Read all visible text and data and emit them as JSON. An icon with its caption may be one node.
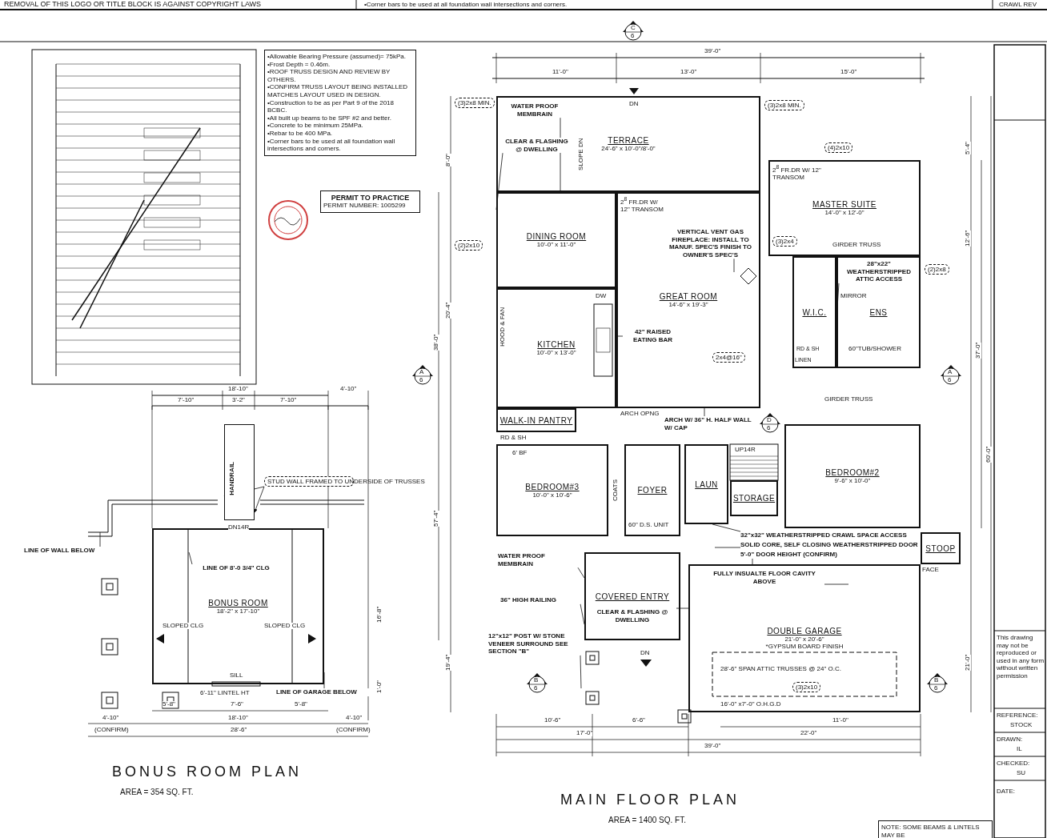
{
  "diagram": {
    "nodes": [
      {
        "text": [
          "TERRACE",
          "24'-6\" x 10'-0\"/8'-0\""
        ]
      },
      {
        "text": [
          "DINING ROOM",
          "10'-0\" x 11'-0\""
        ]
      },
      {
        "text": [
          "GREAT ROOM",
          "14'-6\" x 19'-3\""
        ]
      },
      {
        "text": [
          "MASTER SUITE",
          "14'-0\" x 12'-0\""
        ]
      },
      {
        "text": [
          "W.I.C."
        ]
      },
      {
        "text": [
          "ENS"
        ]
      },
      {
        "text": [
          "KITCHEN",
          "10'-0\" x 13'-0\""
        ]
      },
      {
        "text": [
          "WALK-IN PANTRY"
        ]
      },
      {
        "text": [
          "FOYER"
        ]
      },
      {
        "text": [
          "LAUN"
        ]
      },
      {
        "text": [
          "BEDROOM#3",
          "10'-0\" x 10'-6\""
        ]
      },
      {
        "text": [
          "BEDROOM#2",
          "9'-6\" x 10'-0\""
        ]
      },
      {
        "text": [
          "STORAGE"
        ]
      },
      {
        "text": [
          "COVERED ENTRY"
        ]
      },
      {
        "text": [
          "DOUBLE GARAGE",
          "21'-0\" x 20'-6\"",
          "*GYPSUM BOARD FINISH"
        ]
      },
      {
        "text": [
          "STOOP"
        ]
      },
      {
        "text": [
          "BONUS ROOM",
          "18'-2\" x 17'-10\""
        ]
      },
      {
        "text": [
          "PERMIT TO PRACTICE",
          "PERMIT NUMBER: 1005299"
        ]
      },
      {
        "text": [
          "•Allowable Bearing Pressure (assumed)= 75kPa.",
          "•Frost Depth = 0.46m.",
          "•ROOF TRUSS DESIGN AND REVIEW BY OTHERS.",
          "•CONFIRM TRUSS LAYOUT BEING INSTALLED MATCHES LAYOUT USED IN DESIGN.",
          "•Construction to be as per Part 9 of the 2018 BCBC.",
          "•All built up beams to be SPF #2 and better.",
          "•Concrete to be minimum 25MPa.",
          "•Rebar to be 400 MPa.",
          "•Corner bars to be used at all foundation wall intersections and corners."
        ]
      },
      {
        "text": [
          "WATER PROOF MEMBRAIN"
        ],
        "in": 0
      },
      {
        "text": [
          "CLEAR & FLASHING @ DWELLING"
        ],
        "in": 0
      },
      {
        "text": [
          "VERTICAL VENT GAS FIREPLACE: INSTALL TO MANUF. SPEC'S FINISH TO OWNER'S SPEC'S"
        ],
        "in": 2
      },
      {
        "text": [
          "42\" RAISED EATING BAR"
        ],
        "in": 2
      },
      {
        "text": [
          "28\"x22\" WEATHERSTRIPPED ATTIC ACCESS"
        ],
        "in": 5
      },
      {
        "text": [
          "ARCH W/ 36\" H. HALF WALL W/ CAP"
        ]
      },
      {
        "text": [
          "WATER PROOF MEMBRAIN"
        ]
      },
      {
        "text": [
          "CLEAR & FLASHING @ DWELLING"
        ],
        "in": 13
      },
      {
        "text": [
          "36\" HIGH RAILING"
        ]
      },
      {
        "text": [
          "12\"x12\" POST W/ STONE VENEER SURROUND SEE SECTION \"B\""
        ]
      },
      {
        "text": [
          "FULLY INSUALTE FLOOR CAVITY ABOVE"
        ],
        "in": 14
      },
      {
        "text": [
          "32\"x32\" WEATHERSTRIPPED CRAWL SPACE ACCESS"
        ]
      },
      {
        "text": [
          "SOLID CORE, SELF CLOSING WEATHERSTRIPPED DOOR"
        ]
      },
      {
        "text": [
          "5'-0\" DOOR HEIGHT (CONFIRM)"
        ]
      },
      {
        "text": [
          "STUD WALL FRAMED TO UNDERSIDE OF TRUSSES"
        ]
      },
      {
        "text": [
          "LINE OF WALL BELOW"
        ]
      },
      {
        "text": [
          "LINE OF 8'-0 3/4\" CLG"
        ],
        "in": 16
      },
      {
        "text": [
          "LINE OF GARAGE BELOW"
        ]
      },
      {
        "text": [
          "(3)2x8 MIN."
        ]
      },
      {
        "text": [
          "(3)2x8 MIN."
        ]
      },
      {
        "text": [
          "(4)2x10"
        ]
      },
      {
        "text": [
          "(2)2x8"
        ]
      },
      {
        "text": [
          "(3)2x4"
        ],
        "in": 3
      },
      {
        "text": [
          "(2)2x10"
        ]
      },
      {
        "text": [
          "(3)2x10"
        ],
        "in": 14
      },
      {
        "text": [
          "2x4@16\""
        ],
        "in": 2
      },
      {
        "text": [
          "NOTE: SOME BEAMS & LINTELS MAY BE"
        ]
      },
      {
        "text": [
          "HANDRAIL"
        ]
      }
    ],
    "edges": [
      {
        "from": 19,
        "to": 0,
        "arrow": "none"
      },
      {
        "from": 20,
        "to": 1,
        "arrow": "none"
      },
      {
        "from": 21,
        "to": null,
        "arrow": "none"
      },
      {
        "from": 22,
        "to": 6,
        "arrow": "none"
      },
      {
        "from": 23,
        "to": 4,
        "arrow": "none"
      },
      {
        "from": 24,
        "to": 2,
        "arrow": "none"
      },
      {
        "from": 25,
        "to": 13,
        "arrow": "none"
      },
      {
        "from": 26,
        "to": 14,
        "arrow": "none"
      },
      {
        "from": 27,
        "to": 13,
        "arrow": "none"
      },
      {
        "from": 28,
        "to": null,
        "arrow": "none"
      },
      {
        "from": 29,
        "to": null,
        "arrow": "none"
      },
      {
        "from": 30,
        "to": 9,
        "arrow": "none"
      },
      {
        "from": 31,
        "to": null,
        "arrow": "none"
      },
      {
        "from": 32,
        "to": 14,
        "arrow": "none"
      },
      {
        "from": 33,
        "to": 46,
        "arrow": "to"
      },
      {
        "from": 33,
        "to": 46,
        "arrow": "to"
      },
      {
        "from": 34,
        "to": null,
        "arrow": "none"
      },
      {
        "from": 35,
        "to": null,
        "arrow": "none"
      },
      {
        "from": 36,
        "to": 16,
        "arrow": "none"
      }
    ],
    "labels": [
      "REMOVAL OF THIS LOGO OR TITLE BLOCK IS AGAINST COPYRIGHT LAWS",
      "•Corner bars to be used at all foundation wall intersections and corners.",
      "CRAWL REV",
      "18'-10\"",
      "4'-10\"",
      "7'-10\"",
      "3'-2\"",
      "7'-10\"",
      "DN14R",
      "16'-8\"",
      "SLOPED CLG",
      "SLOPED CLG",
      "SILL",
      "1'-0\"",
      "6'-11\" LINTEL HT",
      "5'-8\"",
      "7'-6\"",
      "5'-8\"",
      "4'-10\"",
      "18'-10\"",
      "4'-10\"",
      "(CONFIRM)",
      "28'-6\"",
      "(CONFIRM)",
      "BONUS ROOM PLAN",
      "AREA = 354 SQ. FT.",
      "C",
      "6",
      "39'-0\"",
      "11'-0\"",
      "13'-0\"",
      "15'-0\"",
      "8'-0\"",
      "20'-4\"",
      "38'-0\"",
      "57'-4\"",
      "19'-4\"",
      "5'-4\"",
      "12'-6\"",
      "37'-0\"",
      "60'-0\"",
      "21'-0\"",
      "DN",
      "SLOPE DN",
      "2$^{8}$ FR.DR W/ 12\" TRANSOM",
      "2$^{8}$ FR.DR W/ 12\" TRANSOM",
      "GIRDER TRUSS",
      "DW",
      "MIRROR",
      "HOOD & FAN",
      "RD & SH",
      "60\"TUB/SHOWER",
      "LINEN",
      "A",
      "A",
      "6",
      "6",
      "GIRDER TRUSS",
      "ARCH OPNG",
      "D",
      "6",
      "RD & SH",
      "6' BF",
      "UP14R",
      "COATS",
      "60\" D.S. UNIT",
      "FACE",
      "DN",
      "28'-6\" SPAN ATTIC TRUSSES @ 24\" O.C.",
      "B",
      "B",
      "6",
      "6",
      "16'-0\" x7'-0\" O.H.G.D",
      "10'-6\"",
      "6'-6\"",
      "11'-0\"",
      "17'-0\"",
      "22'-0\"",
      "39'-0\"",
      "MAIN FLOOR PLAN",
      "AREA = 1400 SQ. FT.",
      "This drawing may not be reproduced or used in any form without written permission",
      "REFERENCE:",
      "STOCK",
      "DRAWN:",
      "IL",
      "CHECKED:",
      "SU",
      "DATE:"
    ]
  }
}
